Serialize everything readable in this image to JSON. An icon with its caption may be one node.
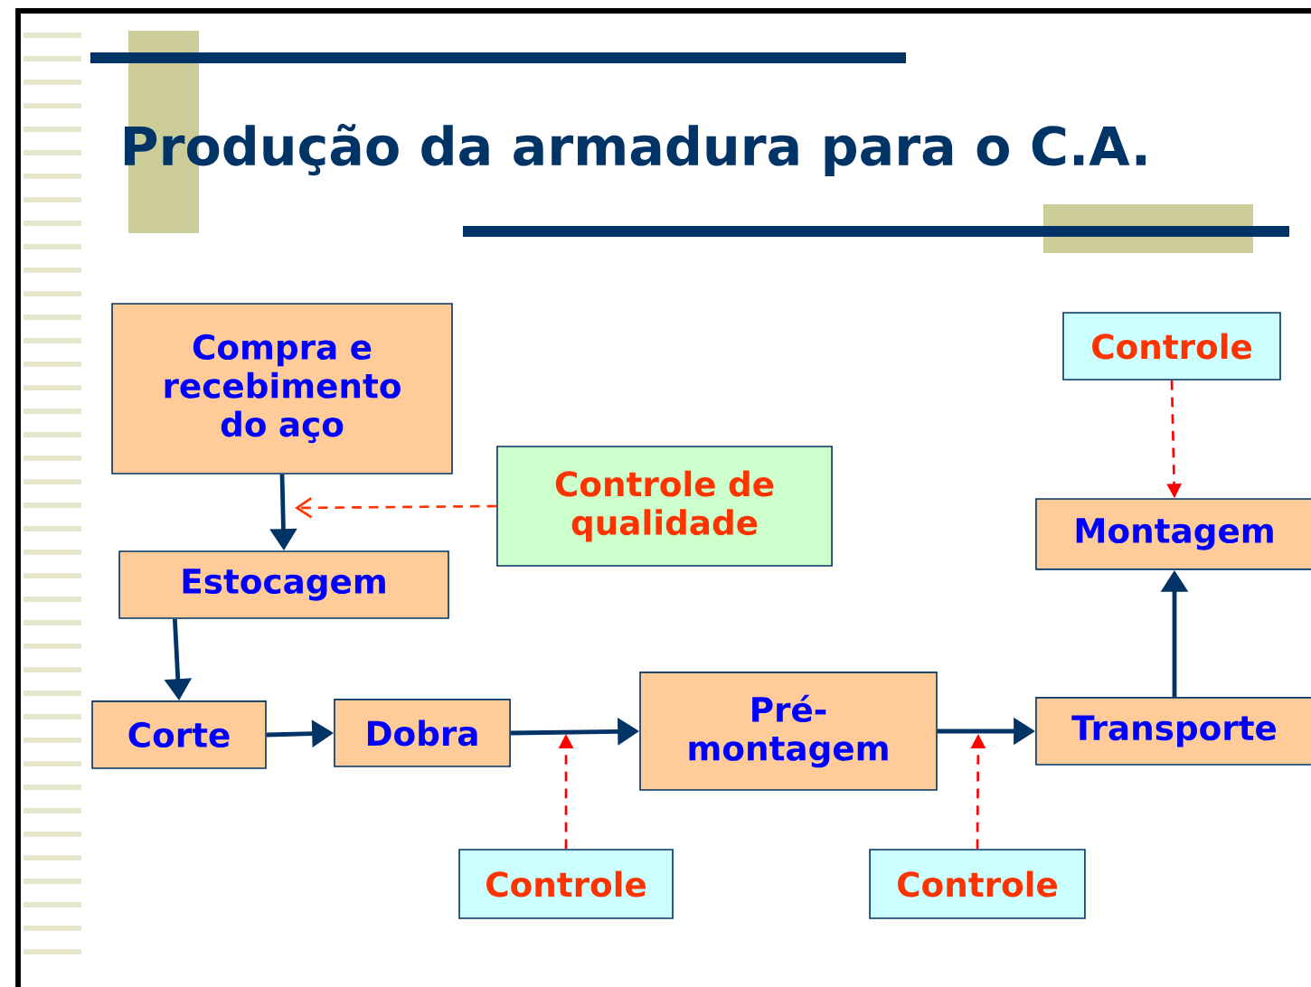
{
  "diagram": {
    "title": "Produção da armadura para o C.A.",
    "nodes": [
      {
        "text": [
          "Compra e recebimento do aço"
        ]
      },
      {
        "text": [
          "Controle de qualidade"
        ]
      },
      {
        "text": [
          "Estocagem"
        ]
      },
      {
        "text": [
          "Corte"
        ]
      },
      {
        "text": [
          "Dobra"
        ]
      },
      {
        "text": [
          "Pré-montagem"
        ]
      },
      {
        "text": [
          "Transporte"
        ]
      },
      {
        "text": [
          "Controle"
        ]
      },
      {
        "text": [
          "Montagem"
        ]
      },
      {
        "text": [
          "Controle"
        ]
      },
      {
        "text": [
          "Controle"
        ]
      }
    ],
    "edges": [
      {
        "from": 0,
        "to": 2,
        "arrow": "to"
      },
      {
        "from": 1,
        "to": null,
        "arrow": "to",
        "style": "dashed",
        "color": "#ff3300"
      },
      {
        "from": 2,
        "to": 3,
        "arrow": "to"
      },
      {
        "from": 3,
        "to": 4,
        "arrow": "to"
      },
      {
        "from": 4,
        "to": 5,
        "arrow": "to"
      },
      {
        "from": 5,
        "to": 6,
        "arrow": "to"
      },
      {
        "from": 6,
        "to": 8,
        "arrow": "to"
      },
      {
        "from": 7,
        "to": 8,
        "arrow": "to",
        "style": "dashed",
        "color": "#ff0000"
      },
      {
        "from": 9,
        "to": null,
        "arrow": "to",
        "style": "dashed",
        "color": "#ff0000"
      },
      {
        "from": 10,
        "to": null,
        "arrow": "to",
        "style": "dashed",
        "color": "#ff0000"
      }
    ]
  }
}
